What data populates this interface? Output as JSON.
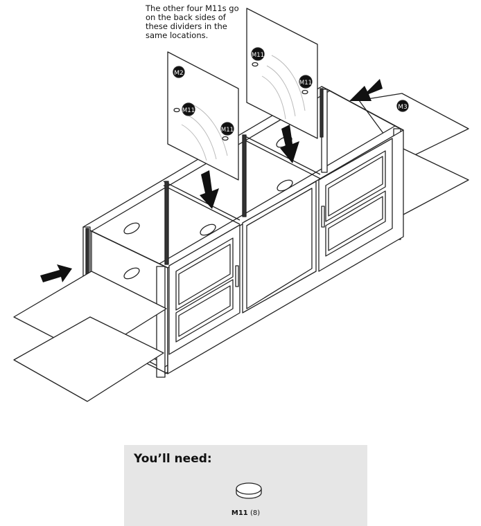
{
  "note": {
    "lines": [
      "The other four M11s go",
      "on the back sides of",
      "these dividers in the",
      "same locations."
    ]
  },
  "labels": {
    "m2": "M2",
    "m3": "M3",
    "m11": "M11"
  },
  "needs": {
    "title": "You’ll need:",
    "part_name": "M11",
    "part_qty": "(8)",
    "icon": "round-pad-icon"
  },
  "colors": {
    "line": "#222222",
    "arrow": "#111111",
    "panel_fill": "#ffffff",
    "box_bg": "#e6e6e6"
  }
}
